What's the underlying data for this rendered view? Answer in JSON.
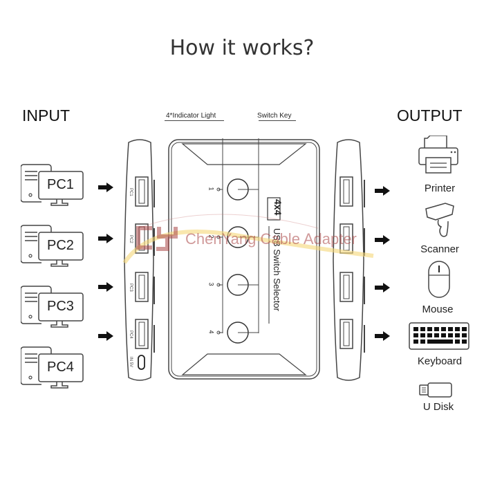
{
  "title": "How it works?",
  "input": {
    "label": "INPUT",
    "pcs": [
      {
        "name": "PC1"
      },
      {
        "name": "PC2"
      },
      {
        "name": "PC3"
      },
      {
        "name": "PC4"
      }
    ]
  },
  "output": {
    "label": "OUTPUT",
    "devices": [
      {
        "name": "Printer",
        "icon": "printer-icon"
      },
      {
        "name": "Scanner",
        "icon": "scanner-icon"
      },
      {
        "name": "Mouse",
        "icon": "mouse-icon"
      },
      {
        "name": "Keyboard",
        "icon": "keyboard-icon"
      },
      {
        "name": "U Disk",
        "icon": "usb-disk-icon"
      }
    ]
  },
  "device": {
    "callouts": {
      "indicator": "4*Indicator Light",
      "switch_key": "Switch Key"
    },
    "model_badge": "4x4",
    "product_name": "USB Switch Selector",
    "channels": [
      "1",
      "2",
      "3",
      "4"
    ],
    "input_ports": [
      "PC1",
      "PC2",
      "PC3",
      "PC4"
    ],
    "power_port": "IN 5V"
  },
  "watermark": {
    "logo": "CY",
    "text": "ChenYang Cable Adapter",
    "color": "#aa4646"
  },
  "colors": {
    "line": "#333333",
    "background": "#ffffff"
  }
}
